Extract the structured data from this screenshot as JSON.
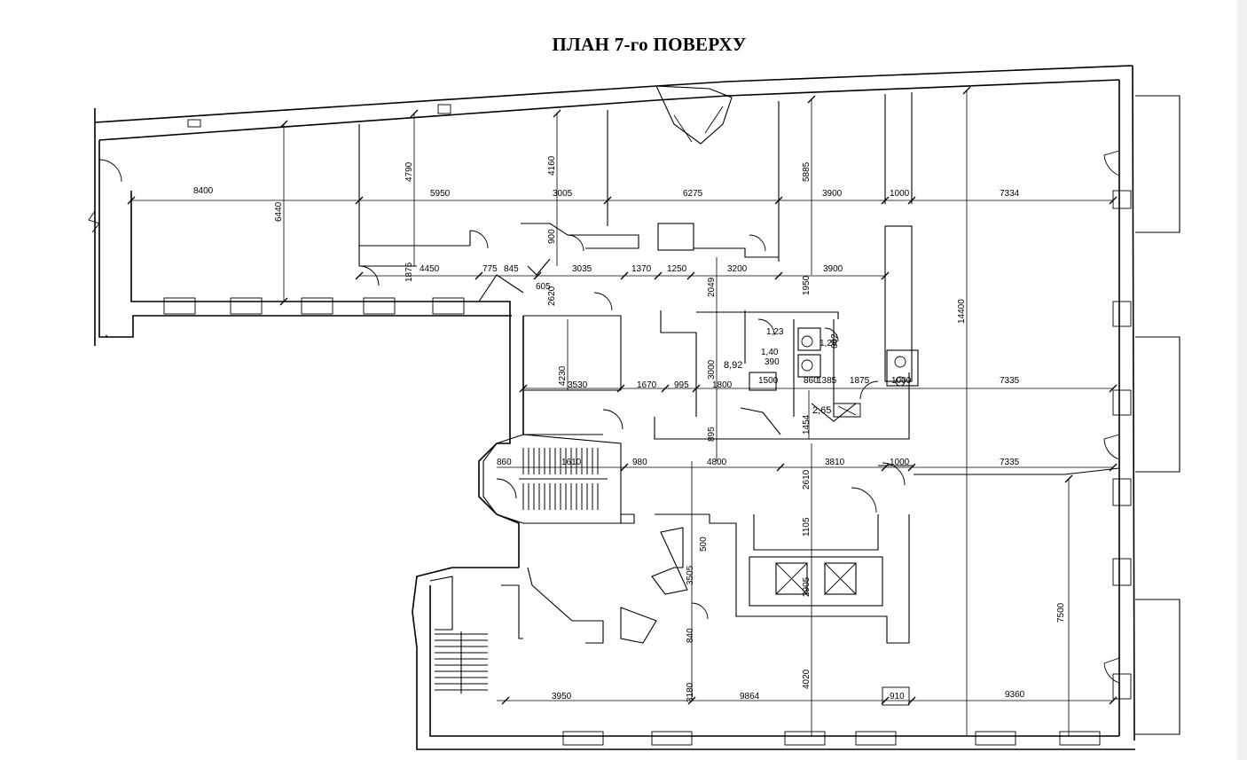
{
  "title": "ПЛАН 7-го ПОВЕРХУ",
  "dimensions": {
    "d8400": "8400",
    "d6440": "6440",
    "d4790": "4790",
    "d5950": "5950",
    "d4160": "4160",
    "d3005": "3005",
    "d6275": "6275",
    "d5885": "5885",
    "d3900a": "3900",
    "d1000a": "1000",
    "d7334": "7334",
    "d900": "900",
    "d1875a": "1875",
    "d4450": "4450",
    "d775": "775",
    "d845": "845",
    "d2620": "2620",
    "d605": "605",
    "d3035": "3035",
    "d1370": "1370",
    "d1250": "1250",
    "d2049": "2049",
    "d3200": "3200",
    "d1950": "1950",
    "d3900b": "3900",
    "d14400": "14400",
    "d1_23": "1,23",
    "d1_28": "1,28",
    "d1_40": "1,40",
    "d390": "390",
    "d3000": "3000",
    "d8_92": "8,92",
    "d1500": "1500",
    "d860": "860",
    "d1385": "1385",
    "d1875b": "1875",
    "d1000b": "1000",
    "d7335a": "7335",
    "d4230": "4230",
    "d3530": "3530",
    "d1670": "1670",
    "d995": "995",
    "d1800": "1800",
    "d2_65": "2,65",
    "d602": "602",
    "d895": "895",
    "d1454": "1454",
    "d860b": "860",
    "d1610": "1610",
    "d980": "980",
    "d4800": "4800",
    "d3810": "3810",
    "d1000c": "1000",
    "d7335b": "7335",
    "d2610": "2610",
    "d1105": "1105",
    "d500": "500",
    "d3505": "3505",
    "d2905": "2905",
    "d840": "840",
    "d7500": "7500",
    "d3180": "3180",
    "d4020": "4020",
    "d3950": "3950",
    "d9864": "9864",
    "d910": "910",
    "d9360": "9360"
  }
}
